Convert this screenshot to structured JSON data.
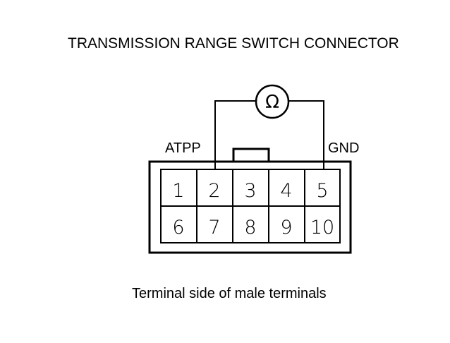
{
  "title": "TRANSMISSION RANGE SWITCH CONNECTOR",
  "caption": "Terminal side of male terminals",
  "meter_symbol": "Ω",
  "left_probe_label": "ATPP",
  "right_probe_label": "GND",
  "connector": {
    "rows": [
      [
        "1",
        "2",
        "3",
        "4",
        "5"
      ],
      [
        "6",
        "7",
        "8",
        "9",
        "10"
      ]
    ],
    "probed_terminals": [
      "2",
      "5"
    ]
  }
}
